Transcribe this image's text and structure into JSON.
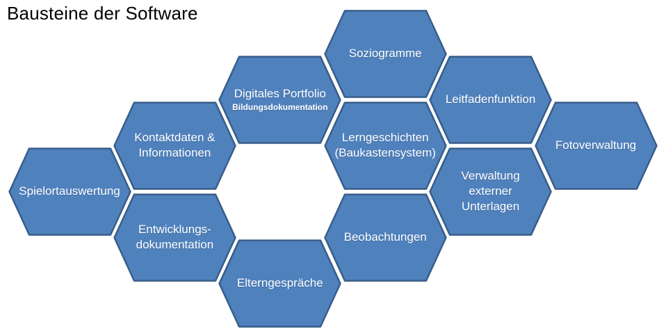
{
  "title": "Bausteine der Software",
  "colors": {
    "background": "#FFFFFF",
    "title_text": "#000000",
    "hex_fill": "#4F81BD",
    "hex_border": "#385D8A",
    "hex_text": "#FFFFFF"
  },
  "diagram": {
    "hexagons": [
      {
        "id": "spielortauswertung",
        "lines": [
          "Spielortauswertung"
        ],
        "sublabel": null,
        "col": 0,
        "row": 3
      },
      {
        "id": "kontaktdaten-informationen",
        "lines": [
          "Kontaktdaten &",
          "Informationen"
        ],
        "sublabel": null,
        "col": 1,
        "row": 2
      },
      {
        "id": "entwicklungsdokumentation",
        "lines": [
          "Entwicklungs-",
          "dokumentation"
        ],
        "sublabel": null,
        "col": 1,
        "row": 4
      },
      {
        "id": "digitales-portfolio",
        "lines": [
          "Digitales Portfolio"
        ],
        "sublabel": "Bildungsdokumentation",
        "col": 2,
        "row": 1
      },
      {
        "id": "elterngespraeche",
        "lines": [
          "Elterngespräche"
        ],
        "sublabel": null,
        "col": 2,
        "row": 5
      },
      {
        "id": "soziogramme",
        "lines": [
          "Soziogramme"
        ],
        "sublabel": null,
        "col": 3,
        "row": 0
      },
      {
        "id": "lerngeschichten-baukastensystem",
        "lines": [
          "Lerngeschichten",
          "(Baukastensystem)"
        ],
        "sublabel": null,
        "col": 3,
        "row": 2
      },
      {
        "id": "beobachtungen",
        "lines": [
          "Beobachtungen"
        ],
        "sublabel": null,
        "col": 3,
        "row": 4
      },
      {
        "id": "leitfadenfunktion",
        "lines": [
          "Leitfadenfunktion"
        ],
        "sublabel": null,
        "col": 4,
        "row": 1
      },
      {
        "id": "verwaltung-externer-unterlagen",
        "lines": [
          "Verwaltung",
          "externer",
          "Unterlagen"
        ],
        "sublabel": null,
        "col": 4,
        "row": 3
      },
      {
        "id": "fotoverwaltung",
        "lines": [
          "Fotoverwaltung"
        ],
        "sublabel": null,
        "col": 5,
        "row": 2
      }
    ]
  }
}
